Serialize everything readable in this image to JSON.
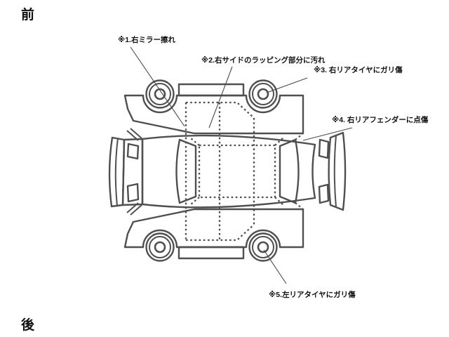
{
  "colors": {
    "background": "#ffffff",
    "line": "#4f4f4f",
    "leader": "#4a4a4a",
    "text": "#111111"
  },
  "orientation": {
    "front_label": "前",
    "rear_label": "後"
  },
  "annotations": [
    {
      "number": "1",
      "label": "※1.右ミラー擦れ"
    },
    {
      "number": "2",
      "label": "※2.右サイドのラッピング部分に汚れ"
    },
    {
      "number": "3",
      "label": "※3. 右リアタイヤにガリ傷"
    },
    {
      "number": "4",
      "label": "※4. 右リアフェンダーに点傷"
    },
    {
      "number": "5",
      "label": "※5.左リアタイヤにガリ傷"
    }
  ]
}
